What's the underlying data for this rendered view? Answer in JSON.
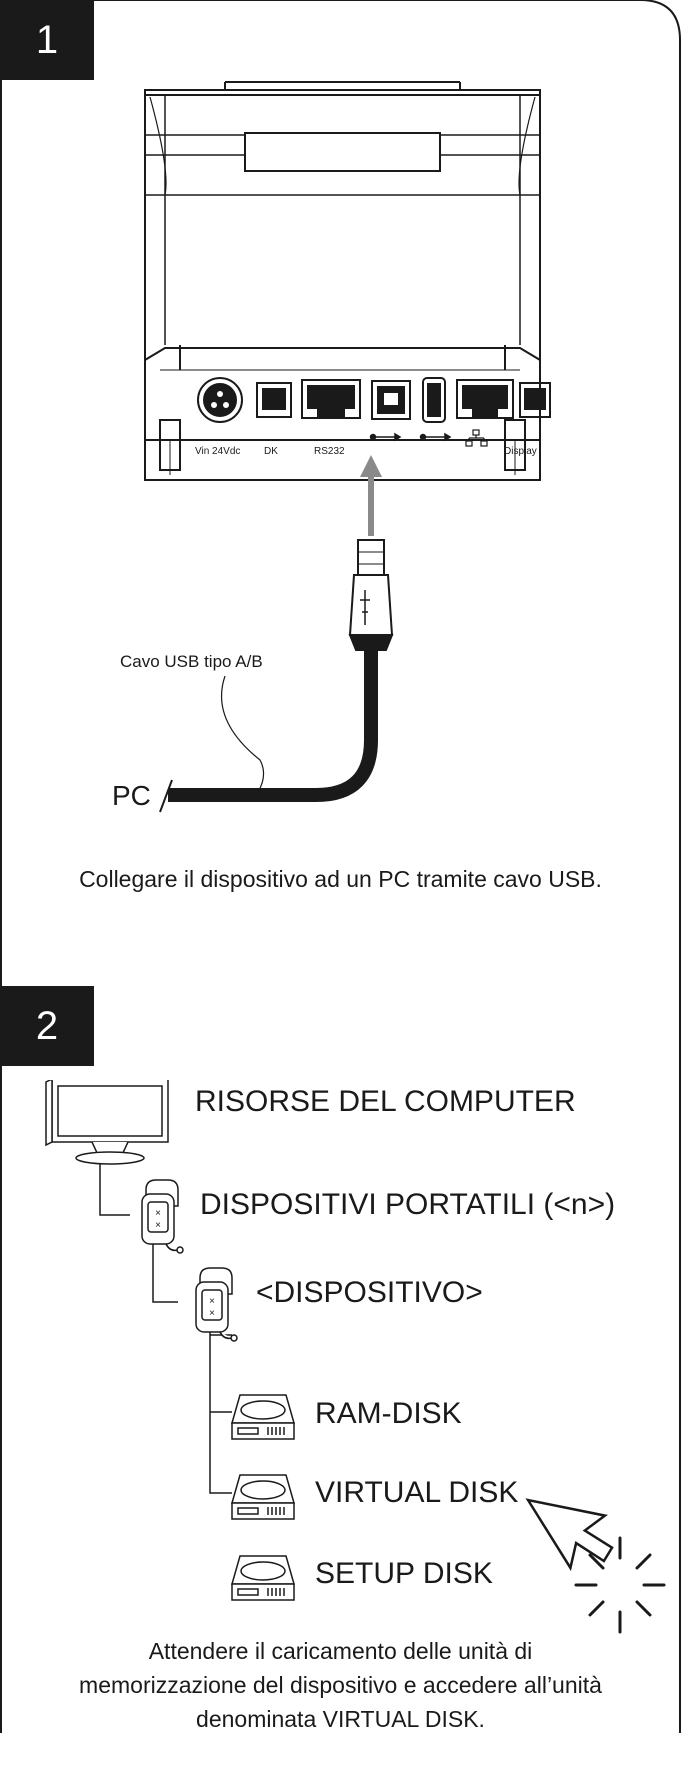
{
  "step1": {
    "number": "1",
    "ports": [
      "Vin 24Vdc",
      "DK",
      "RS232",
      "Display"
    ],
    "cable_label": "Cavo USB tipo A/B",
    "pc_label": "PC",
    "caption": "Collegare il dispositivo ad un PC tramite cavo USB."
  },
  "step2": {
    "number": "2",
    "tree": {
      "computer": "RISORSE DEL COMPUTER",
      "portable": "DISPOSITIVI PORTATILI (<n>)",
      "device": "<DISPOSITIVO>",
      "disks": [
        "RAM-DISK",
        "VIRTUAL DISK",
        "SETUP DISK"
      ]
    },
    "caption_lines": [
      "Attendere il caricamento delle unità di",
      "memorizzazione del dispositivo e accedere all’unità",
      "denominata VIRTUAL DISK."
    ]
  }
}
